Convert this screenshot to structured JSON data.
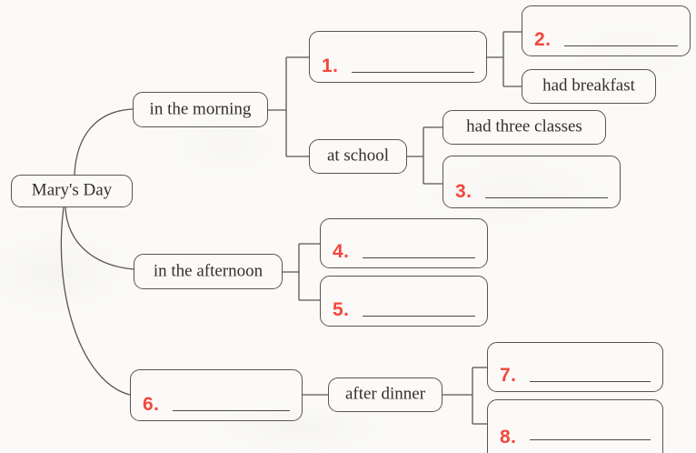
{
  "diagram": {
    "title": "Mary's Day",
    "type": "tree-mind-map",
    "accent_color": "#f4473a",
    "line_color": "#5a544f",
    "background_color": "#fbfaf8",
    "root": {
      "label": "Mary's Day"
    },
    "nodes": {
      "morning": {
        "label": "in the morning"
      },
      "blank1": {
        "number": "1.",
        "label": ""
      },
      "blank2": {
        "number": "2.",
        "label": ""
      },
      "breakfast": {
        "label": "had breakfast"
      },
      "school": {
        "label": "at school"
      },
      "classes": {
        "label": "had three classes"
      },
      "blank3": {
        "number": "3.",
        "label": ""
      },
      "afternoon": {
        "label": "in the afternoon"
      },
      "blank4": {
        "number": "4.",
        "label": ""
      },
      "blank5": {
        "number": "5.",
        "label": ""
      },
      "blank6": {
        "number": "6.",
        "label": ""
      },
      "dinner": {
        "label": "after dinner"
      },
      "blank7": {
        "number": "7.",
        "label": ""
      },
      "blank8": {
        "number": "8.",
        "label": ""
      }
    }
  }
}
